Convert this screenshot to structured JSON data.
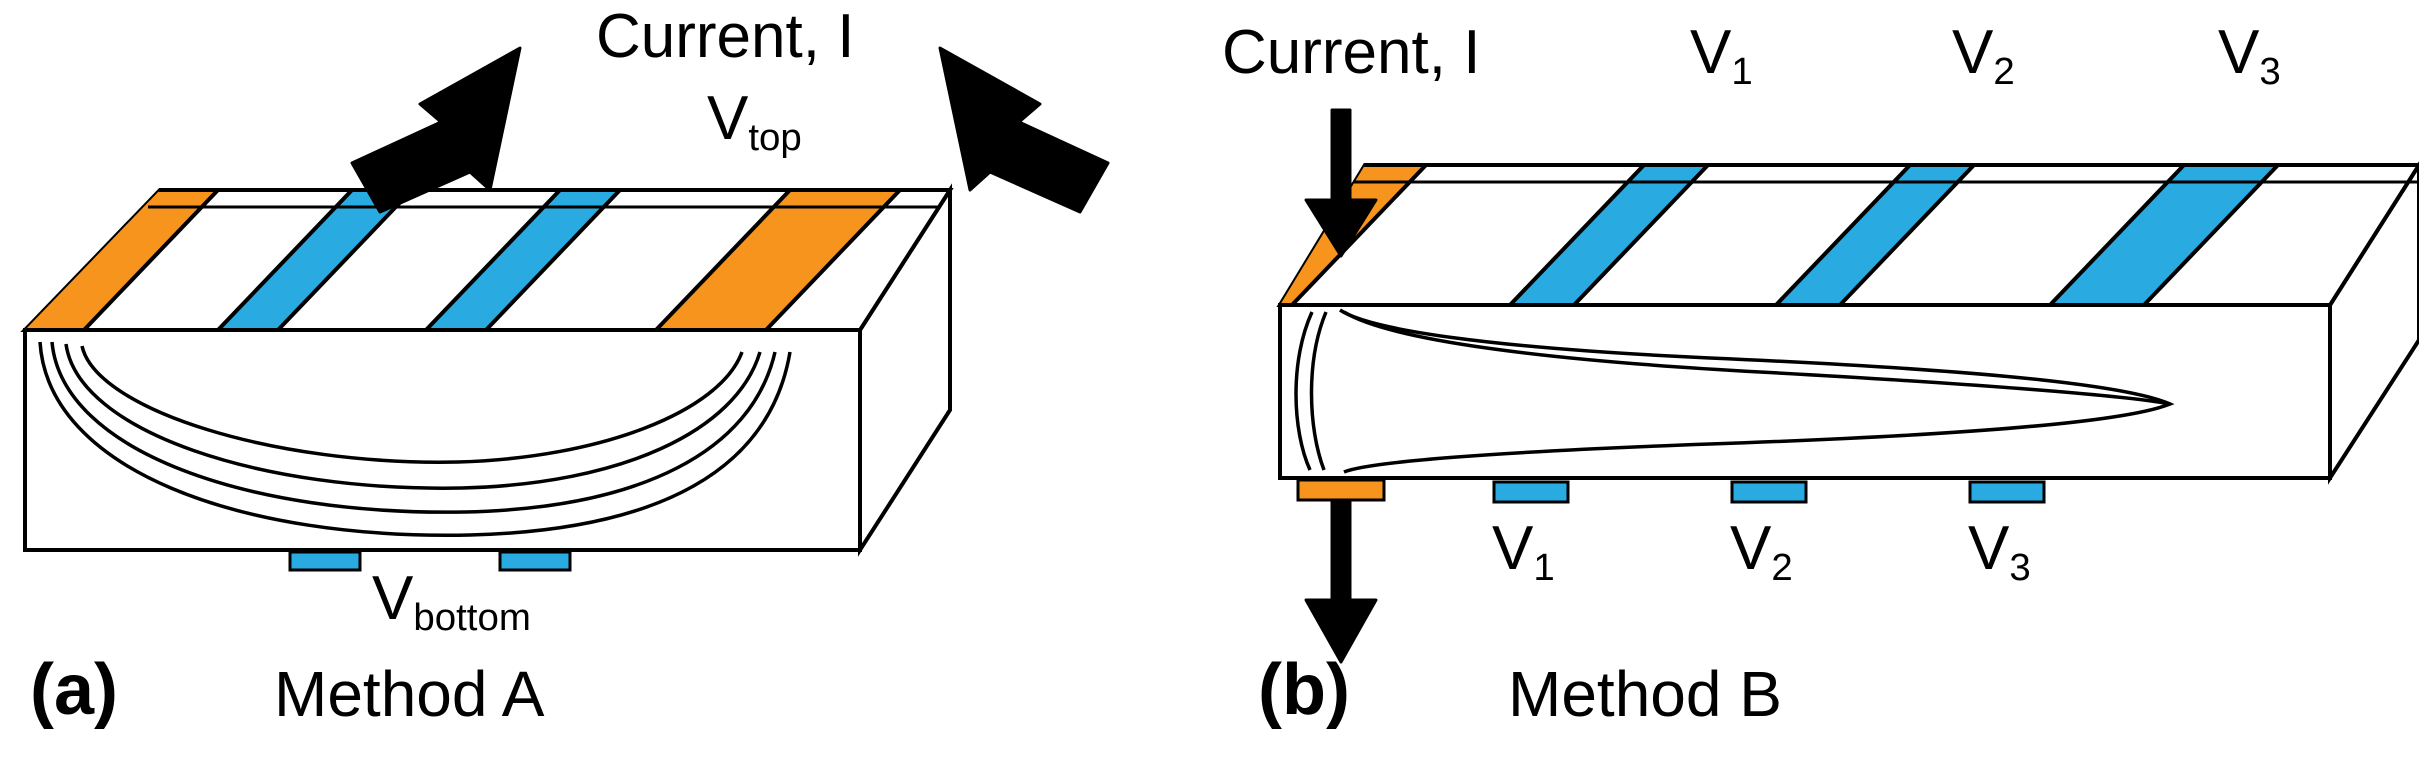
{
  "figure": {
    "title": "",
    "panels": [
      {
        "id": "a",
        "tag": "(a)",
        "caption": "Method A",
        "labels": {
          "current": "Current, I",
          "v_top": "V",
          "v_top_sub": "top",
          "v_bottom": "V",
          "v_bottom_sub": "bottom"
        }
      },
      {
        "id": "b",
        "tag": "(b)",
        "caption": "Method B",
        "labels": {
          "current": "Current, I",
          "top_contacts": [
            {
              "name": "V",
              "sub": "1"
            },
            {
              "name": "V",
              "sub": "2"
            },
            {
              "name": "V",
              "sub": "3"
            }
          ],
          "bottom_contacts": [
            {
              "name": "V",
              "sub": "1"
            },
            {
              "name": "V",
              "sub": "2"
            },
            {
              "name": "V",
              "sub": "3"
            }
          ]
        }
      }
    ]
  },
  "colors": {
    "current_contact": "#F7941E",
    "voltage_contact": "#29ABE2",
    "outline": "#000000",
    "body": "#FFFFFF",
    "background": "#FFFFFF"
  }
}
